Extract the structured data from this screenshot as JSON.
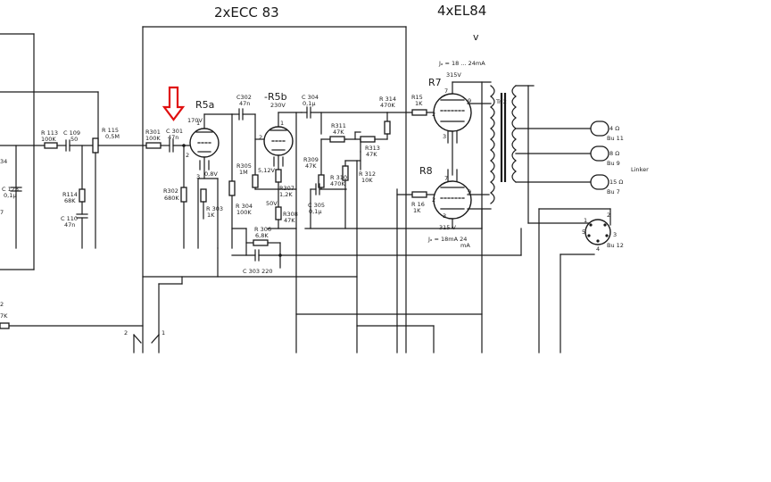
{
  "titles": {
    "preamp_tubes": "2xECC 83",
    "power_tubes": "4xEL84"
  },
  "tubes": {
    "r5a": "R5a",
    "r5b": "-R5b",
    "r7": "R7",
    "r8": "R8"
  },
  "components": {
    "r113": "R 113",
    "r113v": "100K",
    "c109": "C 109",
    "c109v": "50",
    "r115": "R 115",
    "r115v": "0,5M",
    "r301": "R301",
    "r301v": "100K",
    "c301": "C 301",
    "c301v": "47n",
    "r302": "R302",
    "r302v": "680K",
    "r303": "R 303",
    "r303v": "1K",
    "r304": "R 304",
    "r304v": "100K",
    "r305": "R305",
    "r305v": "1M",
    "c302": "C302",
    "c302v": "47n",
    "c304": "C 304",
    "c304v": "0,1µ",
    "r307": "R307",
    "r307v": "1,2K",
    "r308": "R308",
    "r308v": "47K",
    "r309": "R309",
    "r309v": "47K",
    "r310": "R 310",
    "r310v": "470K",
    "r311": "R311",
    "r311v": "47K",
    "r312": "R 312",
    "r312v": "10K",
    "r313": "R313",
    "r313v": "47K",
    "r314": "R 314",
    "r314v": "470K",
    "r306": "R 306",
    "r306v": "6,8K",
    "c303": "C 303  220",
    "c305": "C 305",
    "c305v": "0,1µ",
    "r114": "R114",
    "r114v": "68K",
    "c110": "C 110",
    "c110v": "47n",
    "c123": "C 123",
    "c123v": "0,1µ",
    "r15": "R15",
    "r15v": "1K",
    "r16": "R 16",
    "r16v": "1K",
    "tr2": "Tr 2"
  },
  "voltages": {
    "v170": "170V",
    "v230": "230V",
    "v08": "0,8V",
    "v512": "5,12V",
    "v50": "50V",
    "v315a": "315V",
    "v315b": "315 V",
    "ia_top": "Jₐ = 18 ... 24mA",
    "ia_bot1": "Jₐ = 18mA  24",
    "ia_bot2": "mA"
  },
  "outputs": {
    "o4": "4 Ω",
    "bu11": "Bu 11",
    "o8": "8 Ω",
    "bu9": "Bu 9",
    "o15": "15 Ω",
    "bu7": "Bu 7",
    "linker": "Linker",
    "bu12": "Bu 12"
  },
  "pins": {
    "p2": "2",
    "p1": "1",
    "p3": "3",
    "p5": "5",
    "p4": "4",
    "a7": "7",
    "a9": "9",
    "a2": "2",
    "a3": "3",
    "b7": "7",
    "b9": "9",
    "b2": "2",
    "b3": "3",
    "s2": "2",
    "s1": "1"
  },
  "edge": {
    "e34": "34",
    "ep7": "7",
    "e2": "2",
    "e7k": "7K"
  },
  "annotation": {
    "arrow_color": "#e01010"
  }
}
